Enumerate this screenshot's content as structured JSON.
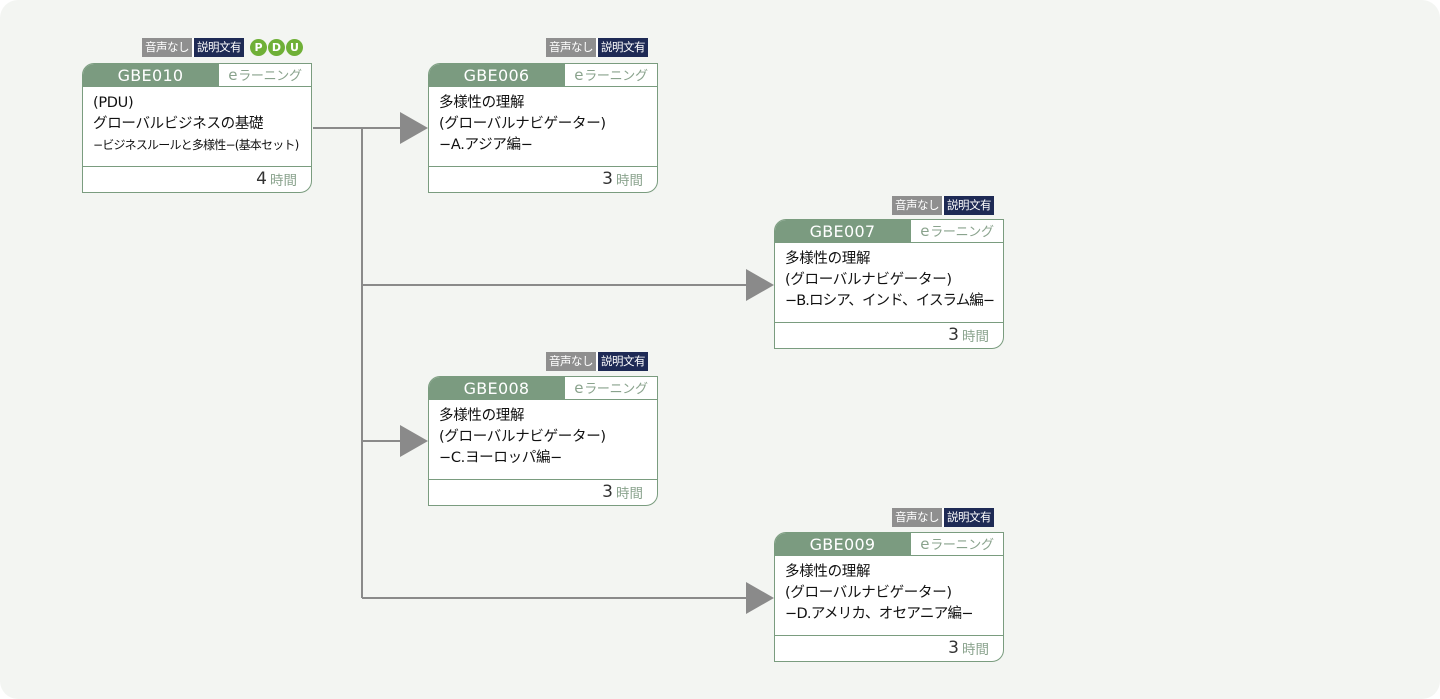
{
  "colors": {
    "panel_bg": "#f3f5f2",
    "card_border": "#7a9c7f",
    "header_green": "#7b9b80",
    "connector_gray": "#8a8a8a",
    "badge_audio_gray": "#8f8f8f",
    "badge_desc_navy": "#1e2a55",
    "pdu_green": "#6fb037"
  },
  "badges": {
    "no_audio": "音声なし",
    "has_description": "説明文有",
    "pdu_letters": [
      "P",
      "D",
      "U"
    ]
  },
  "course_type": {
    "prefix": "e",
    "rest": "ラーニング"
  },
  "hours_unit": "時間",
  "courses": [
    {
      "code": "GBE010",
      "lines": [
        "(PDU)",
        "グローバルビジネスの基礎",
        "−ビジネスルールと多様性−(基本セット)"
      ],
      "hours": "4",
      "pdu": true
    },
    {
      "code": "GBE006",
      "lines": [
        "多様性の理解",
        "(グローバルナビゲーター)",
        "−A.アジア編−"
      ],
      "hours": "3"
    },
    {
      "code": "GBE007",
      "lines": [
        "多様性の理解",
        "(グローバルナビゲーター)",
        "−B.ロシア、インド、イスラム編−"
      ],
      "hours": "3"
    },
    {
      "code": "GBE008",
      "lines": [
        "多様性の理解",
        "(グローバルナビゲーター)",
        "−C.ヨーロッパ編−"
      ],
      "hours": "3"
    },
    {
      "code": "GBE009",
      "lines": [
        "多様性の理解",
        "(グローバルナビゲーター)",
        "−D.アメリカ、オセアニア編−"
      ],
      "hours": "3"
    }
  ]
}
